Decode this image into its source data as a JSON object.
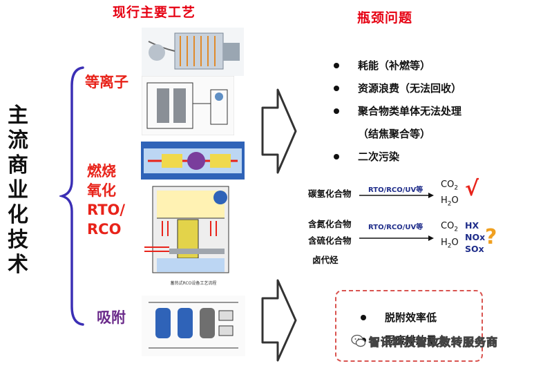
{
  "headers": {
    "current": "现行主要工艺",
    "bottleneck": "瓶颈问题"
  },
  "side_label": "主流商业化技术",
  "techs": {
    "plasma": "等离子",
    "rto_l1": "燃烧",
    "rto_l2": "氧化",
    "rto_l3": "RTO/",
    "rto_l4": "RCO",
    "adsorb": "吸附"
  },
  "issues": [
    {
      "text": "耗能（补燃等）",
      "bullet": true
    },
    {
      "text": "资源浪费（无法回收）",
      "bullet": true
    },
    {
      "text": "聚合物类单体无法处理",
      "bullet": true
    },
    {
      "text": "（结焦聚合等）",
      "bullet": false
    },
    {
      "text": "二次污染",
      "bullet": true
    }
  ],
  "reaction1": {
    "reactant": "碳氢化合物",
    "catalyst": "RTO/RCO/UV等",
    "p1": "CO",
    "p1_sub": "2",
    "p2": "H",
    "p2_sub": "2",
    "p2_end": "O",
    "mark": "√"
  },
  "reaction2": {
    "r1": "含氮化合物",
    "r2": "含硫化合物",
    "r3": "卤代烃",
    "catalyst": "RTO/RCO/UV等",
    "p1": "CO",
    "p1_sub": "2",
    "p2": "H",
    "p2_sub": "2",
    "p2_end": "O",
    "b1": "HX",
    "b2": "NOx",
    "b3": "SOx",
    "mark": "?"
  },
  "adsorb_issues": [
    {
      "text": "脱附效率低"
    },
    {
      "text": "固废排放量大"
    }
  ],
  "watermark": "智讯科技智改数转服务商",
  "fig_caption": "蓄热式RCO设备工艺流程",
  "colors": {
    "red": "#e60012",
    "blue_text": "#1f2d8a",
    "brace": "#3b2fb5"
  }
}
